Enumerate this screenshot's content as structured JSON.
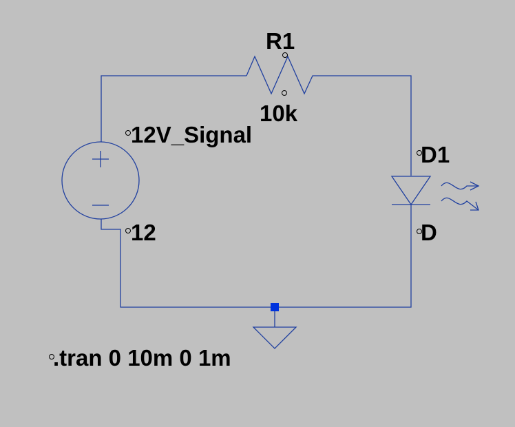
{
  "schematic": {
    "background_color": "#c0c0c0",
    "wire_color": "#1f3f9f",
    "component_color": "#1f3f9f",
    "junction_color": "#0033dd",
    "text_color": "#000000",
    "resistor": {
      "ref": "R1",
      "value": "10k"
    },
    "voltage_source": {
      "name": "12V_Signal",
      "value": "12",
      "plus_symbol": "+",
      "minus_symbol": "−"
    },
    "diode": {
      "ref": "D1",
      "model": "D",
      "icon": "led-icon"
    },
    "ground": {
      "icon": "ground-icon"
    },
    "directive": {
      "text": ".tran 0 10m 0 1m"
    }
  }
}
